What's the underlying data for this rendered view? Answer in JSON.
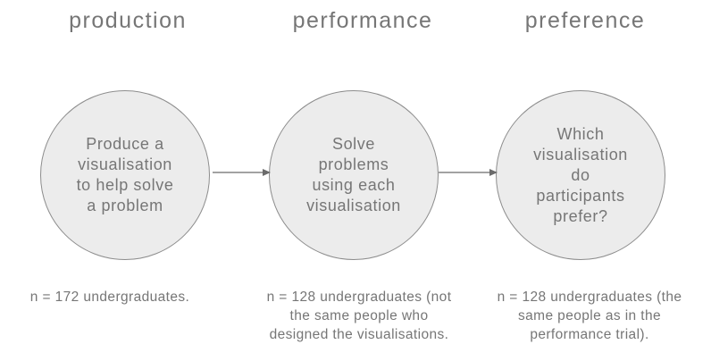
{
  "colors": {
    "background": "#ffffff",
    "text": "#767676",
    "circle_fill": "#ececec",
    "circle_stroke": "#8c8c8c",
    "arrow": "#6b6b6b"
  },
  "stages": [
    {
      "title": "production",
      "circle_lines": [
        "Produce a",
        "visualisation",
        "to help solve",
        "a problem"
      ],
      "note_lines": [
        "n = 172 undergraduates."
      ]
    },
    {
      "title": "performance",
      "circle_lines": [
        "Solve",
        "problems",
        "using each",
        "visualisation"
      ],
      "note_lines": [
        "n = 128 undergraduates (not",
        "the same people who",
        "designed the visualisations."
      ]
    },
    {
      "title": "preference",
      "circle_lines": [
        "Which",
        "visualisation",
        "do",
        "participants",
        "prefer?"
      ],
      "note_lines": [
        "n = 128 undergraduates (the",
        "same people as in the",
        "performance trial)."
      ]
    }
  ],
  "arrows": [
    {
      "name": "production-to-performance"
    },
    {
      "name": "performance-to-preference"
    }
  ]
}
